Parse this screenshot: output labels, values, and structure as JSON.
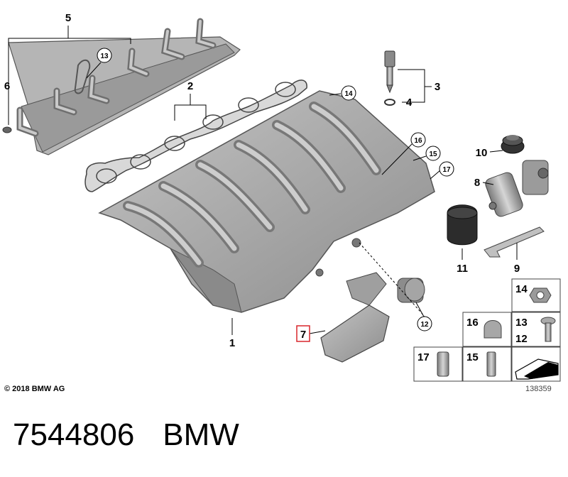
{
  "labels": {
    "p1": "1",
    "p2": "2",
    "p3": "3",
    "p4": "4",
    "p5": "5",
    "p6": "6",
    "p7": "7",
    "p8": "8",
    "p9": "9",
    "p10": "10",
    "p11": "11",
    "p12": "12",
    "p13": "13",
    "p14": "14",
    "p15": "15",
    "p16": "16",
    "p17": "17"
  },
  "hardware_table": {
    "cell14": "14",
    "cell16": "16",
    "cell13": "13",
    "cell12": "12",
    "cell17": "17",
    "cell15": "15"
  },
  "copyright": "© 2018 BMW AG",
  "image_number": "138359",
  "caption": {
    "part_number": "7544806",
    "brand": "BMW"
  },
  "colors": {
    "highlight": "#d9262c",
    "manifold": "#a9a9a9"
  }
}
